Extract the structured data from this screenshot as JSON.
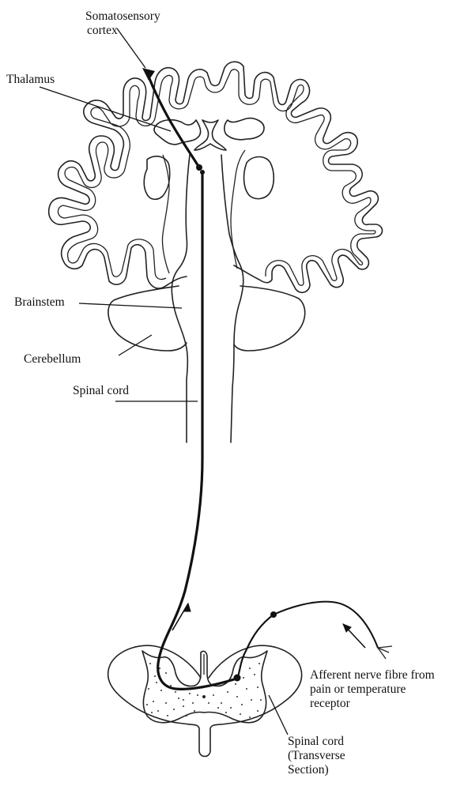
{
  "labels": {
    "somatosensory_cortex_line1": "Somatosensory",
    "somatosensory_cortex_line2": "cortex",
    "thalamus": "Thalamus",
    "brainstem": "Brainstem",
    "cerebellum": "Cerebellum",
    "spinal_cord": "Spinal cord",
    "afferent_line1": "Afferent nerve fibre from",
    "afferent_line2": "pain or temperature",
    "afferent_line3": "receptor",
    "transverse_line1": "Spinal cord",
    "transverse_line2": "(Transverse",
    "transverse_line3": "Section)"
  }
}
